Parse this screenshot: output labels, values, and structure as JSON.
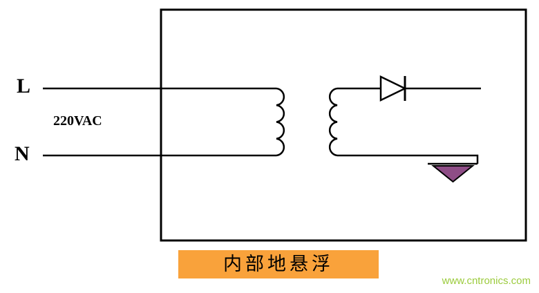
{
  "diagram": {
    "input": {
      "line_l_label": "L",
      "line_n_label": "N",
      "voltage_label": "220VAC"
    },
    "caption": {
      "text": "内部地悬浮",
      "bg_color": "#F9A23B"
    },
    "watermark": {
      "text": "www.cntronics.com",
      "color": "#9BCB3C"
    },
    "colors": {
      "wire": "#000000",
      "enclosure_stroke": "#000000",
      "diode_fill": "#ffffff",
      "ground_fill": "#8E4D86"
    },
    "components": {
      "enclosure": "power-supply-enclosure",
      "transformer": "isolation-transformer",
      "diode": "output-rectifier-diode",
      "ground": "floating-internal-ground"
    }
  }
}
